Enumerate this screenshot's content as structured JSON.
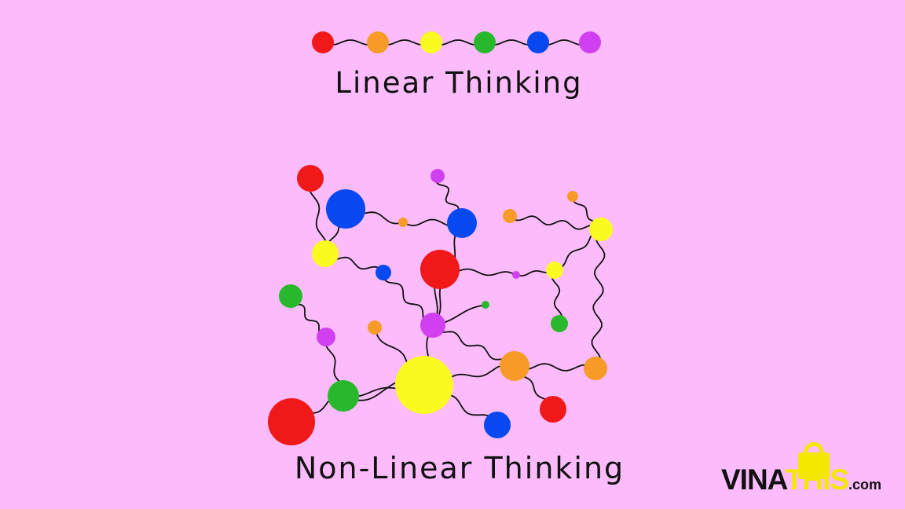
{
  "linear_title": "Linear Thinking",
  "nonlinear_title": "Non-Linear Thinking",
  "logo": {
    "part1": "VINA",
    "part2": "THIS",
    "part3": ".com"
  },
  "colors": {
    "background": "#fcbcfc",
    "red": "#f01818",
    "orange": "#f89a28",
    "yellow": "#fafa20",
    "green": "#28b82c",
    "blue": "#0848f0",
    "purple": "#d040f0",
    "line": "#111111"
  },
  "linear_chain": [
    "red",
    "orange",
    "yellow",
    "green",
    "blue",
    "purple"
  ]
}
